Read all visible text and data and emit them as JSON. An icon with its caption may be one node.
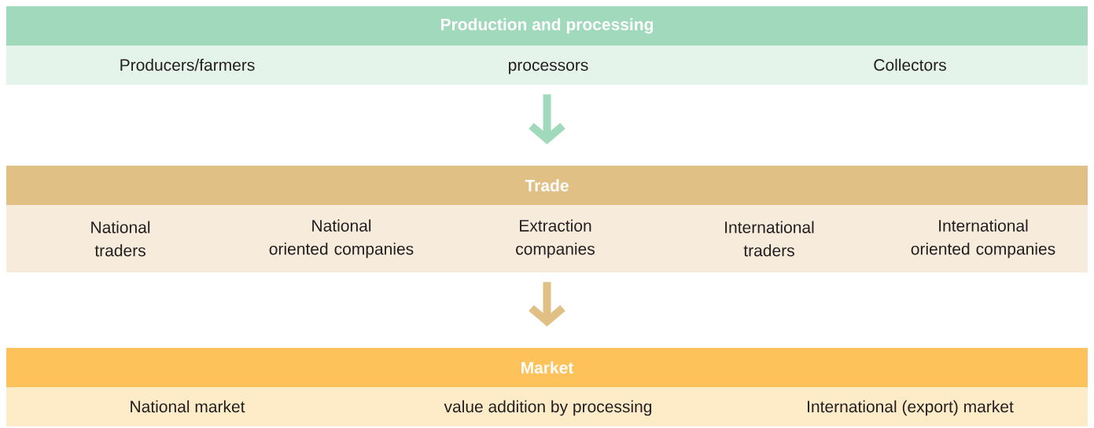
{
  "diagram": {
    "nodes": [
      {
        "text": [
          "Production and processing",
          "Producers/farmers",
          "processors",
          "Collectors"
        ]
      },
      {
        "text": [
          "Trade",
          "National traders",
          "National oriented companies",
          "Extraction companies",
          "International traders",
          "International oriented companies"
        ]
      },
      {
        "text": [
          "Market",
          "National market",
          "value addition by processing",
          "International (export) market"
        ]
      }
    ],
    "edges": [
      {
        "from": 0,
        "to": 1,
        "arrow": "to",
        "color": "#a0d9bb"
      },
      {
        "from": 1,
        "to": 2,
        "arrow": "to",
        "color": "#e0c084"
      }
    ]
  }
}
